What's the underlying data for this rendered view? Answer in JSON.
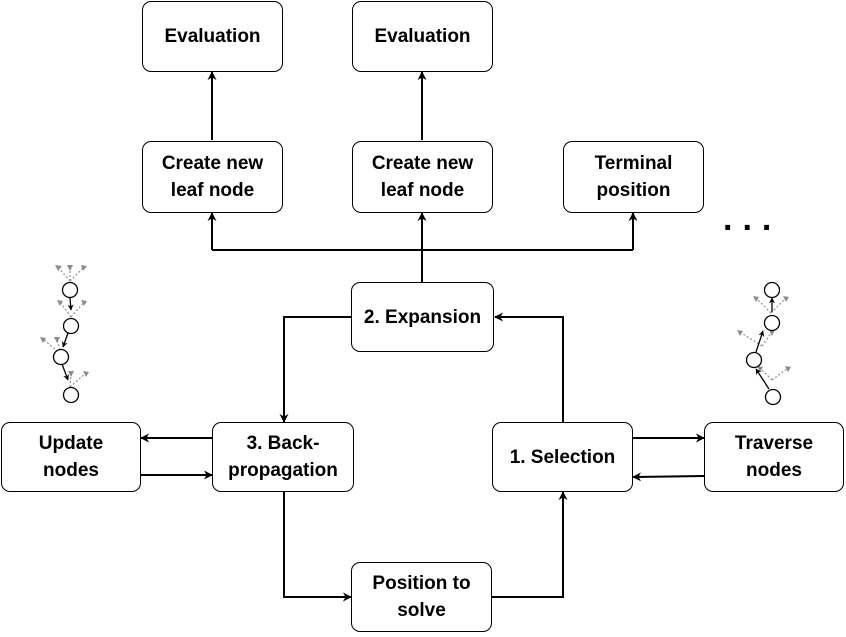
{
  "nodes": {
    "evaluation_1": "Evaluation",
    "evaluation_2": "Evaluation",
    "create_leaf_1": "Create new\nleaf node",
    "create_leaf_2": "Create new\nleaf node",
    "terminal": "Terminal\nposition",
    "ellipsis": "...",
    "expansion": "2. Expansion",
    "update": "Update\nnodes",
    "backprop": "3. Back-\npropagation",
    "selection": "1. Selection",
    "traverse": "Traverse\nnodes",
    "position": "Position to\nsolve"
  }
}
